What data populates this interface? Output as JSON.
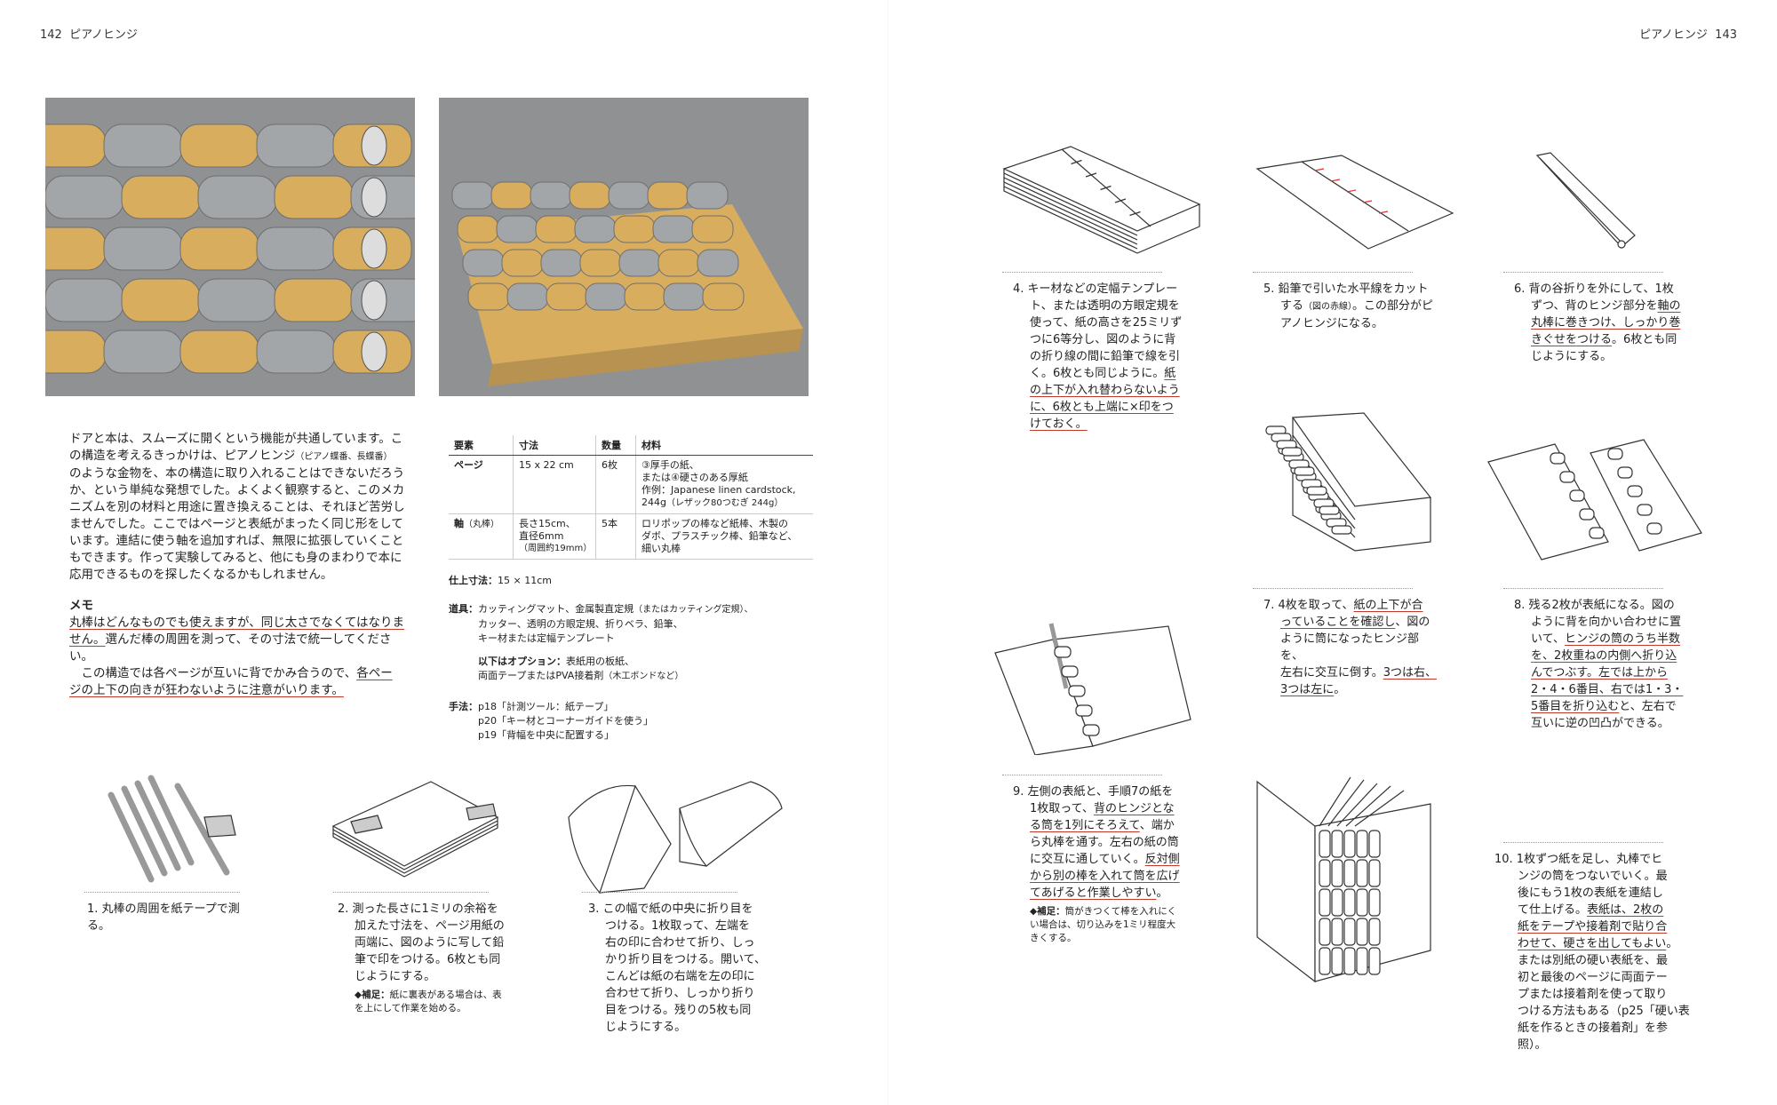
{
  "folio_left": {
    "page": "142",
    "title": "ピアノヒンジ"
  },
  "folio_right": {
    "page": "143",
    "title": "ピアノヒンジ"
  },
  "intro": {
    "l1": "ドアと本は、スムーズに開くという機能が共通しています。こ",
    "l2": "の構造を考えるきっかけは、ピアノヒンジ",
    "l2s": "（ピアノ蝶番、長蝶番）",
    "l3": "のような金物を、本の構造に取り入れることはできないだろう",
    "l4": "か、という単純な発想でした。よくよく観察すると、このメカ",
    "l5": "ニズムを別の材料と用途に置き換えることは、それほど苦労し",
    "l6": "ませんでした。ここではページと表紙がまったく同じ形をして",
    "l7": "います。連結に使う軸を追加すれば、無限に拡張していくこと",
    "l8": "もできます。作って実験してみると、他にも身のまわりで本に",
    "l9": "応用できるものを探したくなるかもしれません。"
  },
  "memo": {
    "title": "メモ",
    "l1": "丸棒はどんなものでも使えますが、同じ太さでなくてはなりま",
    "l2": "せん。",
    "l2b": "選んだ棒の周囲を測って、その寸法で統一してください。",
    "l3": "　この構造では各ページが互いに背でかみ合うので、",
    "l3u": "各ペー",
    "l4": "ジの上下の向きが狂わないように注意がいります。"
  },
  "materials": {
    "headers": [
      "要素",
      "寸法",
      "数量",
      "材料"
    ],
    "row1": {
      "el": "ページ",
      "size": "15 x 22 cm",
      "qty": "6枚",
      "m1": "③厚手の紙、",
      "m2": "または④硬さのある厚紙",
      "m3": "作例：Japanese linen cardstock,",
      "m4": "244g",
      "m4s": "（レザック80つむぎ 244g）"
    },
    "row2": {
      "el": "軸",
      "els": "（丸棒）",
      "size1": "長さ15cm、",
      "size2": "直径6mm",
      "size3": "（周囲約19mm）",
      "qty": "5本",
      "m1": "ロリポップの棒など紙棒、木製の",
      "m2": "ダボ、プラスチック棒、鉛筆など、",
      "m3": "細い丸棒"
    }
  },
  "finish": {
    "label": "仕上寸法：",
    "value": "15 × 11cm"
  },
  "tools": {
    "label": "道具：",
    "l1": "カッティングマット、金属製直定規",
    "l1s": "（またはカッティング定規）、",
    "l2": "カッター、透明の方眼定規、折りベラ、鉛筆、",
    "l3": "キー材または定幅テンプレート",
    "opt_label": "以下はオプション：",
    "opt1": "表紙用の板紙、",
    "opt2": "両面テープまたはPVA接着剤",
    "opt2s": "（木工ボンドなど）"
  },
  "method": {
    "label": "手法：",
    "l1": "p18「計測ツール：紙テープ」",
    "l2": "p20「キー材とコーナーガイドを使う」",
    "l3": "p19「背幅を中央に配置する」"
  },
  "steps": {
    "s1": {
      "l1": "1. 丸棒の周囲を紙テープで測る。"
    },
    "s2": {
      "l1": "2. 測った長さに1ミリの余裕を",
      "l2": "加えた寸法を、ページ用紙の",
      "l3": "両端に、図のように写して鉛",
      "l4": "筆で印をつける。6枚とも同",
      "l5": "じようにする。",
      "note_label": "◆補足：",
      "note1": "紙に裏表がある場合は、表",
      "note2": "を上にして作業を始める。"
    },
    "s3": {
      "l1": "3. この幅で紙の中央に折り目を",
      "l2": "つける。1枚取って、左端を",
      "l3": "右の印に合わせて折り、しっ",
      "l4": "かり折り目をつける。開いて、",
      "l5": "こんどは紙の右端を左の印に",
      "l6": "合わせて折り、しっかり折り",
      "l7": "目をつける。残りの5枚も同",
      "l8": "じようにする。"
    },
    "s4": {
      "l1": "4. キー材などの定幅テンプレー",
      "l2": "ト、または透明の方眼定規を",
      "l3": "使って、紙の高さを25ミリず",
      "l4": "つに6等分し、図のように背",
      "l5": "の折り線の間に鉛筆で線を引",
      "l6": "く。6枚とも同じように。",
      "l6u": "紙",
      "l7": "の上下が入れ替わらないよう",
      "l8": "に、6枚とも上端に×印をつ",
      "l9": "けておく。"
    },
    "s5": {
      "l1": "5. 鉛筆で引いた水平線をカット",
      "l2": "する",
      "l2s": "（図の赤線）",
      "l2b": "。この部分がピ",
      "l3": "アノヒンジになる。"
    },
    "s6": {
      "l1": "6. 背の谷折りを外にして、1枚",
      "l2": "ずつ、背のヒンジ部分を",
      "l2u": "軸の",
      "l3": "丸棒に巻きつけ、しっかり巻",
      "l4": "きぐせをつける",
      "l4b": "。6枚とも同",
      "l5": "じようにする。"
    },
    "s7": {
      "l1": "7. 4枚を取って、",
      "l1u": "紙の上下が合",
      "l2": "っていることを確認し",
      "l2b": "、図の",
      "l3": "ように筒になったヒンジ部を、",
      "l4": "左右に交互に倒す。",
      "l4u": "3つは右、",
      "l5": "3つは左に",
      "l5b": "。"
    },
    "s8": {
      "l1": "8. 残る2枚が表紙になる。図の",
      "l2": "ように背を向かい合わせに置",
      "l3": "いて、",
      "l3u": "ヒンジの筒のうち半数",
      "l4": "を、2枚重ねの内側へ折り込",
      "l5": "んでつぶす。左では上から",
      "l6": "2・4・6番目、右では1・3・",
      "l7": "5番目を折り込む",
      "l7b": "と、左右で",
      "l8": "互いに逆の凹凸ができる。"
    },
    "s9": {
      "l1": "9. 左側の表紙と、手順7の紙を",
      "l2": "1枚取って、",
      "l2u": "背のヒンジとな",
      "l3": "る筒を1列にそろえて",
      "l3b": "、端か",
      "l4": "ら丸棒を通す。左右の紙の筒",
      "l5": "に交互に通していく。",
      "l5u": "反対側",
      "l6": "から別の棒を入れて筒を広げ",
      "l7": "てあげると作業しやすい",
      "l7b": "。",
      "note_label": "◆補足：",
      "note1": "筒がきつくて棒を入れにく",
      "note2": "い場合は、切り込みを1ミリ程度大",
      "note3": "きくする。"
    },
    "s10": {
      "l1": "10. 1枚ずつ紙を足し、丸棒でヒ",
      "l2": "ンジの筒をつないでいく。最",
      "l3": "後にもう1枚の表紙を連結し",
      "l4": "て仕上げる。",
      "l4u": "表紙は、2枚の",
      "l5": "紙をテープや接着剤で貼り合",
      "l6": "わせて、硬さを出してもよい",
      "l6b": "。",
      "l7": "または別紙の硬い表紙を、最",
      "l8": "初と最後のページに両面テー",
      "l9": "プまたは接着剤を使って取り",
      "l10": "つける方法もある",
      "l10s": "（p25「硬い表",
      "l11": "紙を作るときの接着剤」を参照）",
      "l11b": "。"
    }
  },
  "colors": {
    "tan": "#d9ad5e",
    "grey": "#a3a6a9",
    "photo_bg": "#8f9193",
    "underline": "#c0392b"
  }
}
